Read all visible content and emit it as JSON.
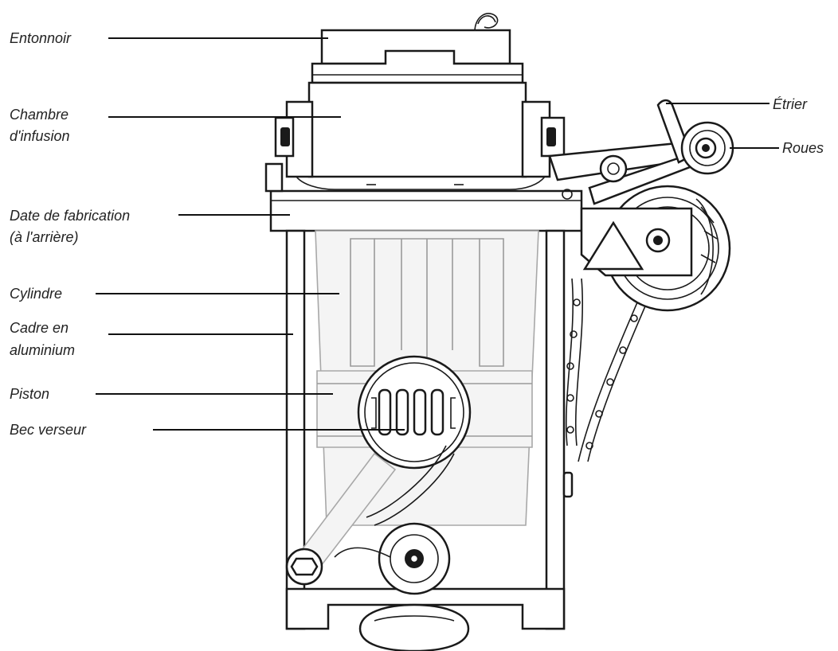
{
  "labels": {
    "entonnoir": "Entonnoir",
    "chambre_line1": "Chambre",
    "chambre_line2": "d'infusion",
    "date_line1": "Date de fabrication",
    "date_line2": "(à l'arrière)",
    "cylindre": "Cylindre",
    "cadre_line1": "Cadre en",
    "cadre_line2": "aluminium",
    "piston": "Piston",
    "bec": "Bec verseur",
    "etrier": "Étrier",
    "roues": "Roues"
  }
}
